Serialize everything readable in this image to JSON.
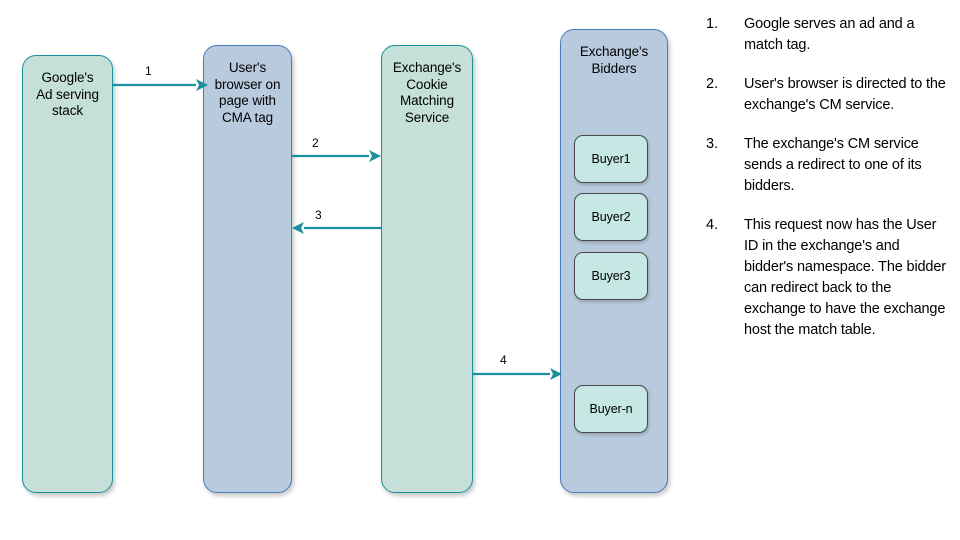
{
  "diagram": {
    "nodes": [
      {
        "id": "google",
        "label": "Google's\nAd serving\nstack",
        "fill": "#c5e0d8",
        "stroke": "#1a8f9e"
      },
      {
        "id": "browser",
        "label": "User's\nbrowser on\npage with\nCMA tag",
        "fill": "#b8cadd",
        "stroke": "#4a7ebb"
      },
      {
        "id": "cms",
        "label": "Exchange's\nCookie\nMatching\nService",
        "fill": "#c5e0d8",
        "stroke": "#1a8f9e"
      },
      {
        "id": "bidders",
        "label": "Exchange's\nBidders",
        "fill": "#b8cadd",
        "stroke": "#4a7ebb"
      }
    ],
    "buyers": [
      {
        "label": "Buyer1"
      },
      {
        "label": "Buyer2"
      },
      {
        "label": "Buyer3"
      },
      {
        "label": "Buyer-n"
      }
    ],
    "arrows": [
      {
        "id": "a1",
        "label": "1",
        "from": "google",
        "to": "browser",
        "direction": "right",
        "color": "#1a8f9e"
      },
      {
        "id": "a2",
        "label": "2",
        "from": "browser",
        "to": "cms",
        "direction": "right",
        "color": "#1a8f9e"
      },
      {
        "id": "a3",
        "label": "3",
        "from": "cms",
        "to": "browser",
        "direction": "left",
        "color": "#1a8f9e"
      },
      {
        "id": "a4",
        "label": "4",
        "from": "cms",
        "to": "bidders",
        "direction": "right",
        "color": "#1a8f9e"
      }
    ]
  },
  "legend": {
    "items": [
      {
        "number": "1.",
        "text": "Google serves an ad and a match tag."
      },
      {
        "number": "2.",
        "text": "User's browser is directed to the exchange's CM service."
      },
      {
        "number": "3.",
        "text": "The exchange's CM service sends a redirect to one of its bidders."
      },
      {
        "number": "4.",
        "text": "This request now has the User ID in the exchange's and bidder's namespace. The bidder can redirect back to the exchange to have the exchange host the match table."
      }
    ]
  }
}
